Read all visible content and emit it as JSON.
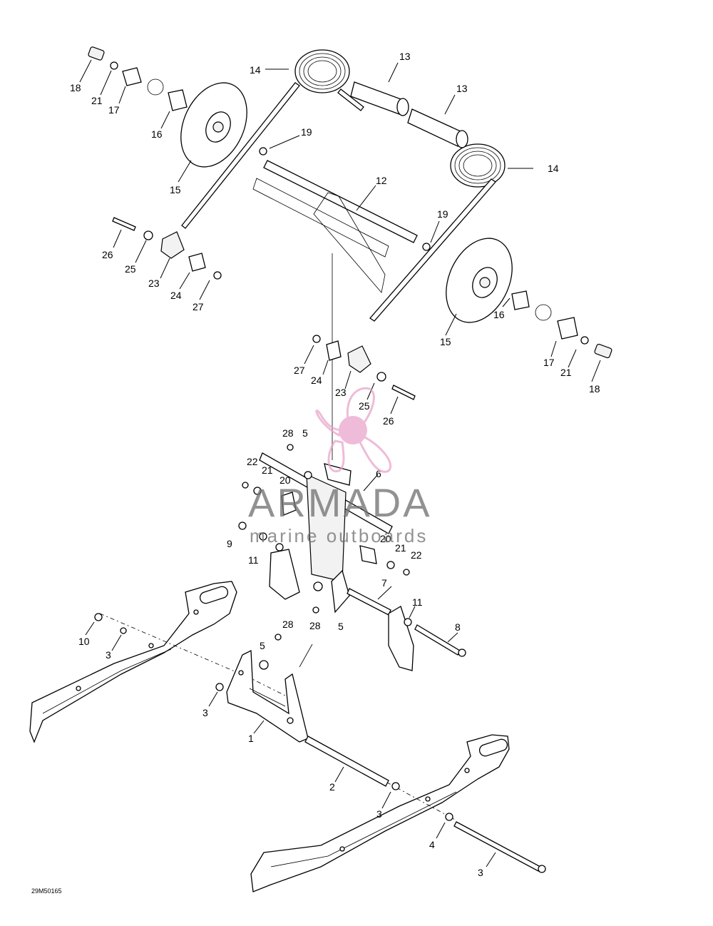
{
  "drawing_code": "29M50165",
  "watermark": {
    "brand": "ARMADA",
    "tagline": "marine outboards",
    "accent_color": "#e8a0c8",
    "text_color": "#6e6e6e"
  },
  "callouts": [
    {
      "id": "c1",
      "text": "1"
    },
    {
      "id": "c2",
      "text": "2"
    },
    {
      "id": "c3a",
      "text": "3"
    },
    {
      "id": "c3b",
      "text": "3"
    },
    {
      "id": "c3c",
      "text": "3"
    },
    {
      "id": "c3d",
      "text": "3"
    },
    {
      "id": "c4",
      "text": "4"
    },
    {
      "id": "c5a",
      "text": "5"
    },
    {
      "id": "c5b",
      "text": "5"
    },
    {
      "id": "c5c",
      "text": "5"
    },
    {
      "id": "c6",
      "text": "6"
    },
    {
      "id": "c7",
      "text": "7"
    },
    {
      "id": "c8",
      "text": "8"
    },
    {
      "id": "c9",
      "text": "9"
    },
    {
      "id": "c10",
      "text": "10"
    },
    {
      "id": "c11a",
      "text": "11"
    },
    {
      "id": "c11b",
      "text": "11"
    },
    {
      "id": "c12",
      "text": "12"
    },
    {
      "id": "c13a",
      "text": "13"
    },
    {
      "id": "c13b",
      "text": "13"
    },
    {
      "id": "c14a",
      "text": "14"
    },
    {
      "id": "c14b",
      "text": "14"
    },
    {
      "id": "c15a",
      "text": "15"
    },
    {
      "id": "c15b",
      "text": "15"
    },
    {
      "id": "c16a",
      "text": "16"
    },
    {
      "id": "c16b",
      "text": "16"
    },
    {
      "id": "c17a",
      "text": "17"
    },
    {
      "id": "c17b",
      "text": "17"
    },
    {
      "id": "c18a",
      "text": "18"
    },
    {
      "id": "c18b",
      "text": "18"
    },
    {
      "id": "c19a",
      "text": "19"
    },
    {
      "id": "c19b",
      "text": "19"
    },
    {
      "id": "c20a",
      "text": "20"
    },
    {
      "id": "c20b",
      "text": "20"
    },
    {
      "id": "c21a",
      "text": "21"
    },
    {
      "id": "c21b",
      "text": "21"
    },
    {
      "id": "c21c",
      "text": "21"
    },
    {
      "id": "c21d",
      "text": "21"
    },
    {
      "id": "c22a",
      "text": "22"
    },
    {
      "id": "c22b",
      "text": "22"
    },
    {
      "id": "c23a",
      "text": "23"
    },
    {
      "id": "c23b",
      "text": "23"
    },
    {
      "id": "c24a",
      "text": "24"
    },
    {
      "id": "c24b",
      "text": "24"
    },
    {
      "id": "c25a",
      "text": "25"
    },
    {
      "id": "c25b",
      "text": "25"
    },
    {
      "id": "c26a",
      "text": "26"
    },
    {
      "id": "c26b",
      "text": "26"
    },
    {
      "id": "c27a",
      "text": "27"
    },
    {
      "id": "c27b",
      "text": "27"
    },
    {
      "id": "c28a",
      "text": "28"
    },
    {
      "id": "c28b",
      "text": "28"
    },
    {
      "id": "c28c",
      "text": "28"
    }
  ]
}
